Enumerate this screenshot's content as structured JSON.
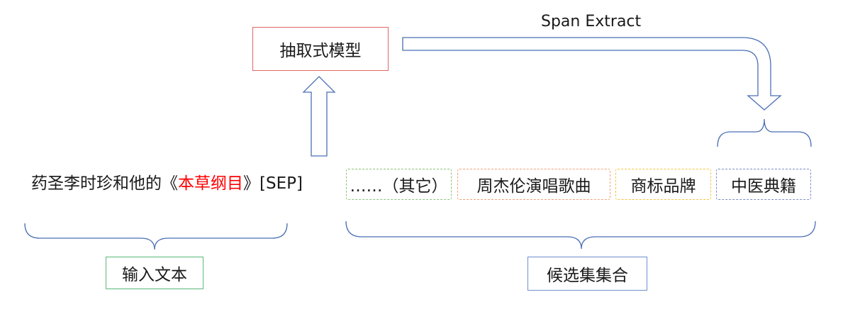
{
  "colors": {
    "model_border": "#e06666",
    "input_label_border": "#5cb87a",
    "candidate_label_border": "#6f8fd1",
    "arrow": "#4a6fb5",
    "brace": "#4a6fb5",
    "highlight": "#ff0000",
    "candidate_other": "#8cc47a",
    "candidate_song": "#f2a17a",
    "candidate_brand": "#f5c542",
    "candidate_tcm": "#7d8fc4"
  },
  "model_box": {
    "label": "抽取式模型"
  },
  "span_extract_label": "Span Extract",
  "input_text": {
    "prefix": "药圣李时珍和他的《",
    "highlight": "本草纲目",
    "suffix": "》[SEP]"
  },
  "candidates": [
    {
      "label": "……（其它）"
    },
    {
      "label": "周杰伦演唱歌曲"
    },
    {
      "label": "商标品牌"
    },
    {
      "label": "中医典籍"
    }
  ],
  "input_group_label": "输入文本",
  "candidate_group_label": "候选集集合"
}
